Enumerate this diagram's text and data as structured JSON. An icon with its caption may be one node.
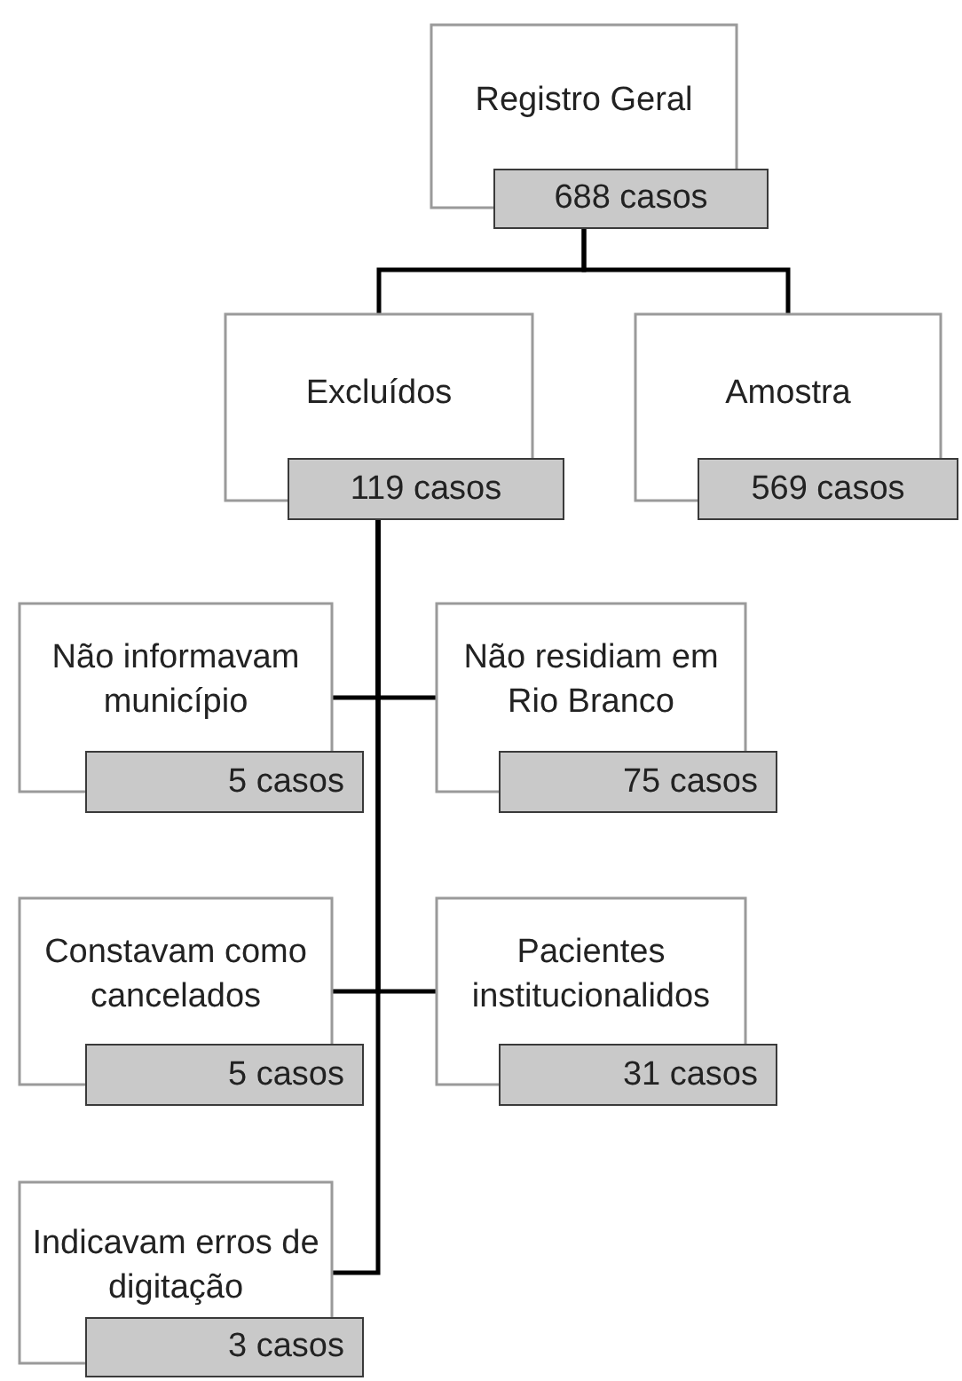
{
  "diagram": {
    "nodes": [
      {
        "text": [
          "Registro Geral"
        ]
      },
      {
        "text": [
          "688 casos"
        ],
        "in": 0
      },
      {
        "text": [
          "Excluídos"
        ]
      },
      {
        "text": [
          "119 casos"
        ],
        "in": 2
      },
      {
        "text": [
          "Amostra"
        ]
      },
      {
        "text": [
          "569 casos"
        ],
        "in": 4
      },
      {
        "text": [
          "Não informavam município"
        ]
      },
      {
        "text": [
          "5 casos"
        ],
        "in": 6
      },
      {
        "text": [
          "Não residiam em Rio Branco"
        ]
      },
      {
        "text": [
          "75 casos"
        ],
        "in": 8
      },
      {
        "text": [
          "Constavam como cancelados"
        ]
      },
      {
        "text": [
          "5 casos"
        ],
        "in": 10
      },
      {
        "text": [
          "Pacientes institucionalidos"
        ]
      },
      {
        "text": [
          "31 casos"
        ],
        "in": 12
      },
      {
        "text": [
          "Indicavam erros de digitação"
        ]
      },
      {
        "text": [
          "3 casos"
        ],
        "in": 14
      }
    ],
    "edges": [
      {
        "from": 1,
        "to": 2,
        "arrow": "none"
      },
      {
        "from": 1,
        "to": 4,
        "arrow": "none"
      },
      {
        "from": 3,
        "to": 6,
        "arrow": "none"
      },
      {
        "from": 3,
        "to": 8,
        "arrow": "none"
      },
      {
        "from": 3,
        "to": 10,
        "arrow": "none"
      },
      {
        "from": 3,
        "to": 12,
        "arrow": "none"
      },
      {
        "from": 3,
        "to": 14,
        "arrow": "none"
      }
    ]
  }
}
